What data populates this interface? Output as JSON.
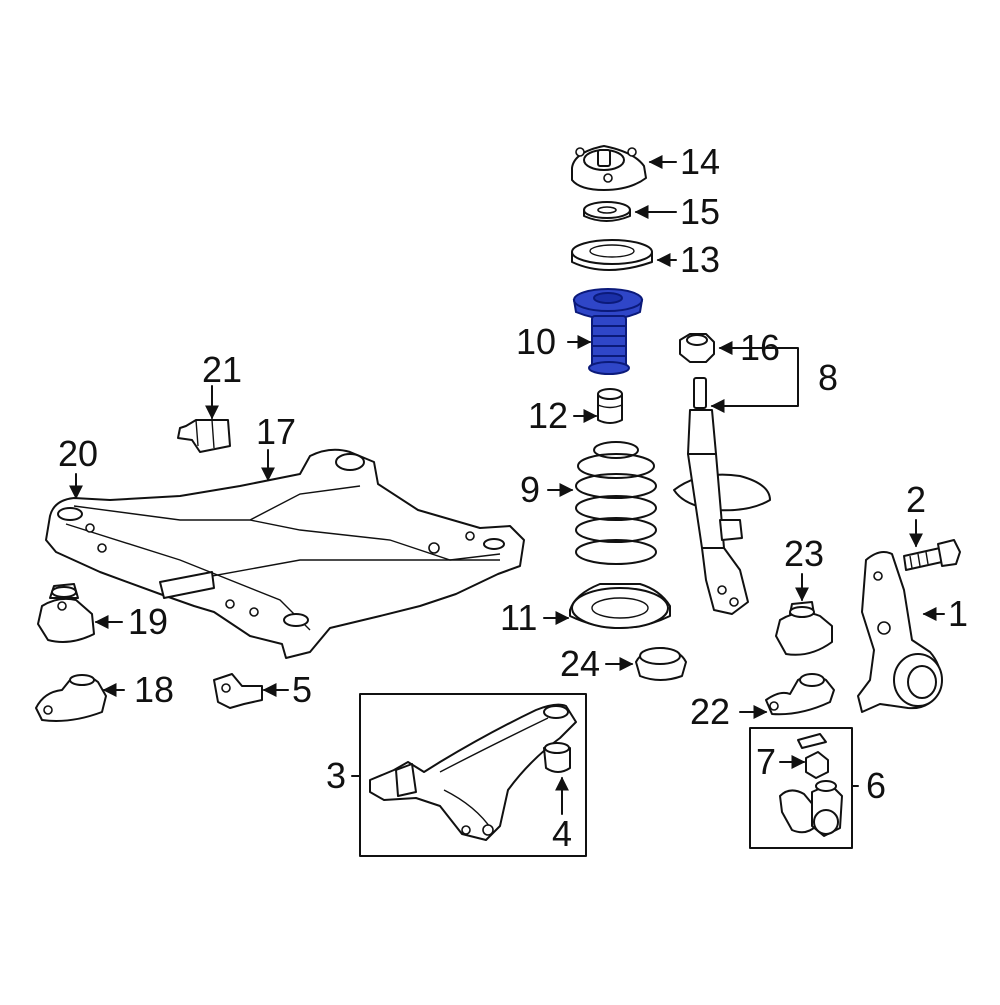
{
  "diagram": {
    "highlight_color": "#2f46c8",
    "callouts": [
      {
        "id": "c1",
        "label": "1"
      },
      {
        "id": "c2",
        "label": "2"
      },
      {
        "id": "c3",
        "label": "3"
      },
      {
        "id": "c4",
        "label": "4"
      },
      {
        "id": "c5",
        "label": "5"
      },
      {
        "id": "c6",
        "label": "6"
      },
      {
        "id": "c7",
        "label": "7"
      },
      {
        "id": "c8",
        "label": "8"
      },
      {
        "id": "c9",
        "label": "9"
      },
      {
        "id": "c10",
        "label": "10"
      },
      {
        "id": "c11",
        "label": "11"
      },
      {
        "id": "c12",
        "label": "12"
      },
      {
        "id": "c13",
        "label": "13"
      },
      {
        "id": "c14",
        "label": "14"
      },
      {
        "id": "c15",
        "label": "15"
      },
      {
        "id": "c16",
        "label": "16"
      },
      {
        "id": "c17",
        "label": "17"
      },
      {
        "id": "c18",
        "label": "18"
      },
      {
        "id": "c19",
        "label": "19"
      },
      {
        "id": "c20",
        "label": "20"
      },
      {
        "id": "c21",
        "label": "21"
      },
      {
        "id": "c22",
        "label": "22"
      },
      {
        "id": "c23",
        "label": "23"
      },
      {
        "id": "c24",
        "label": "24"
      }
    ],
    "highlighted_part": "10"
  }
}
